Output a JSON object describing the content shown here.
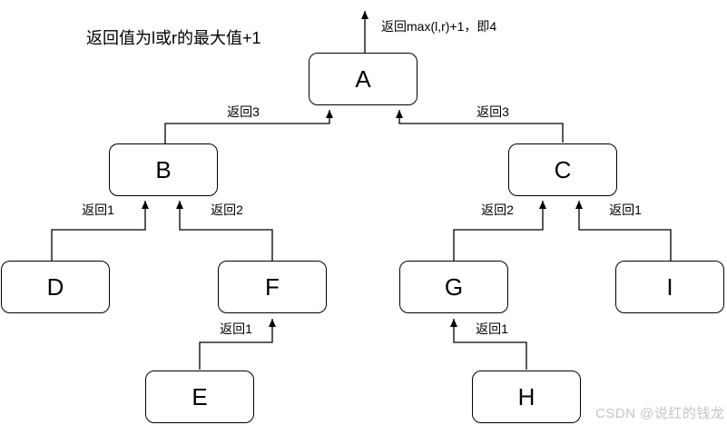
{
  "title": "返回值为l或r的最大值+1",
  "root_annotation": "返回max(l,r)+1，即4",
  "watermark": "CSDN @说红的钱龙",
  "nodes": {
    "A": "A",
    "B": "B",
    "C": "C",
    "D": "D",
    "E": "E",
    "F": "F",
    "G": "G",
    "H": "H",
    "I": "I"
  },
  "edges": {
    "b_to_a": {
      "label": "返回3"
    },
    "c_to_a": {
      "label": "返回3"
    },
    "d_to_b": {
      "label": "返回1"
    },
    "f_to_b": {
      "label": "返回2"
    },
    "g_to_c": {
      "label": "返回2"
    },
    "i_to_c": {
      "label": "返回1"
    },
    "e_to_f": {
      "label": "返回1"
    },
    "h_to_g": {
      "label": "返回1"
    }
  },
  "colors": {
    "line": "#000000",
    "node_fill": "#ffffff",
    "node_border": "#000000",
    "text": "#000000",
    "watermark": "#c9c5bf"
  }
}
